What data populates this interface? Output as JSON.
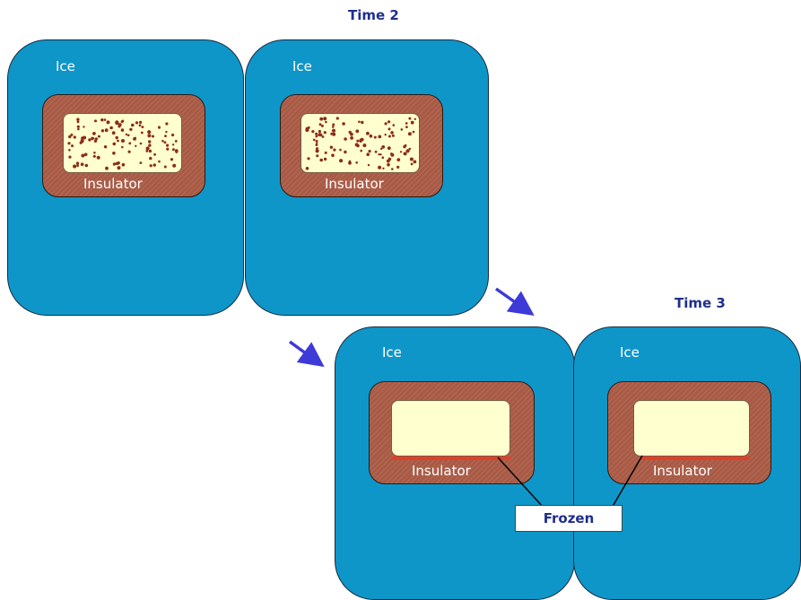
{
  "time_labels": {
    "top": "Time 2",
    "bottom": "Time 3"
  },
  "boxes": [
    {
      "ice_label": "Ice",
      "insulator_label": "Insulator",
      "cavity": "particles"
    },
    {
      "ice_label": "Ice",
      "insulator_label": "Insulator",
      "cavity": "particles"
    },
    {
      "ice_label": "Ice",
      "insulator_label": "Insulator",
      "cavity": "frozen"
    },
    {
      "ice_label": "Ice",
      "insulator_label": "Insulator",
      "cavity": "frozen"
    }
  ],
  "frozen_callout": "Frozen",
  "colors": {
    "ice": "#0e96c9",
    "insulator": "#a85a45",
    "cavity": "#ffffcf",
    "particle": "#8b2d1a",
    "frozen_layer": "#e0402a",
    "arrow": "#3d3ad8",
    "title_text": "#1f2f8c"
  }
}
